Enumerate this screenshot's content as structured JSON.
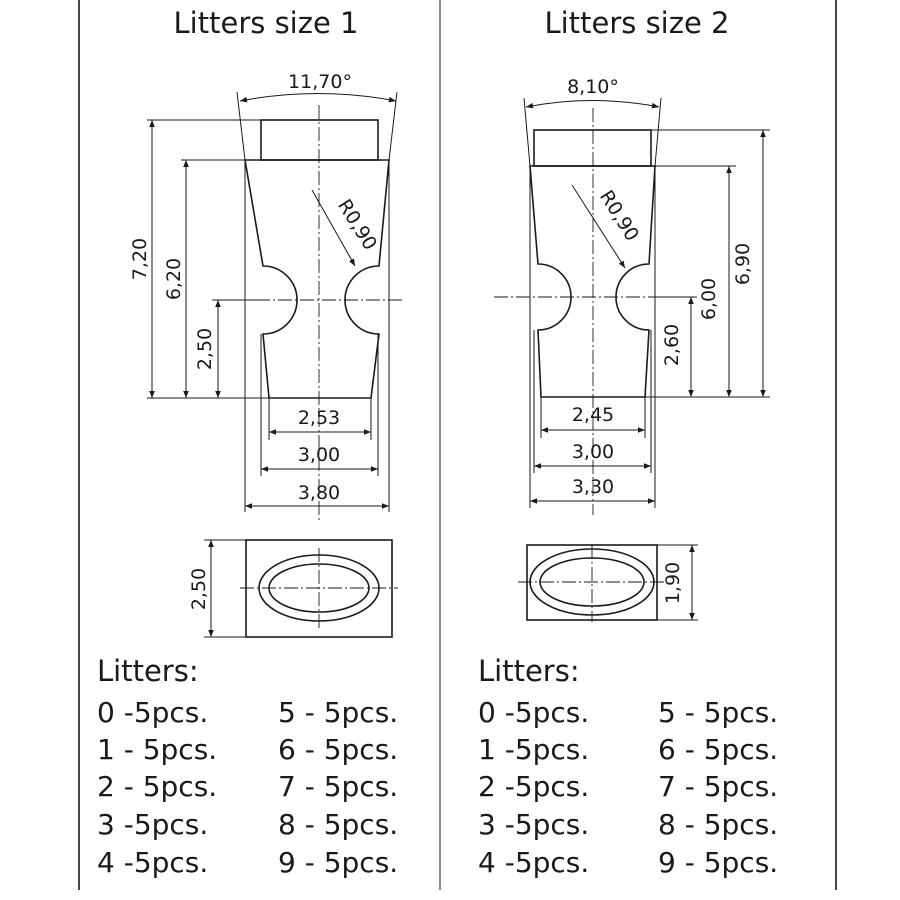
{
  "left": {
    "title": "Litters size 1",
    "dims": {
      "angle": "11,70°",
      "height_total": "7,20",
      "height_body": "6,20",
      "height_lower": "2,50",
      "radius": "R0,90",
      "width_inner": "2,53",
      "width_mid": "3,00",
      "width_outer": "3,80",
      "bottom_height": "2,50"
    },
    "list": {
      "heading": "Litters:",
      "col1": [
        "0 -5pcs.",
        "1 - 5pcs.",
        "2 - 5pcs.",
        "3 -5pcs.",
        "4 -5pcs."
      ],
      "col2": [
        "5 - 5pcs.",
        "6 - 5pcs.",
        "7 - 5pcs.",
        "8 - 5pcs.",
        "9 - 5pcs."
      ]
    }
  },
  "right": {
    "title": "Litters size 2",
    "dims": {
      "angle": "8,10°",
      "height_total": "6,90",
      "height_body": "6,00",
      "height_lower": "2,60",
      "radius": "R0,90",
      "width_inner": "2,45",
      "width_mid": "3,00",
      "width_outer": "3,30",
      "bottom_height": "1,90"
    },
    "list": {
      "heading": "Litters:",
      "col1": [
        "0 -5pcs.",
        "1 -5pcs.",
        "2 -5pcs.",
        "3 -5pcs.",
        "4 -5pcs."
      ],
      "col2": [
        "5 - 5pcs.",
        "6 - 5pcs.",
        "7 - 5pcs.",
        "8 - 5pcs.",
        "9 - 5pcs."
      ]
    }
  }
}
